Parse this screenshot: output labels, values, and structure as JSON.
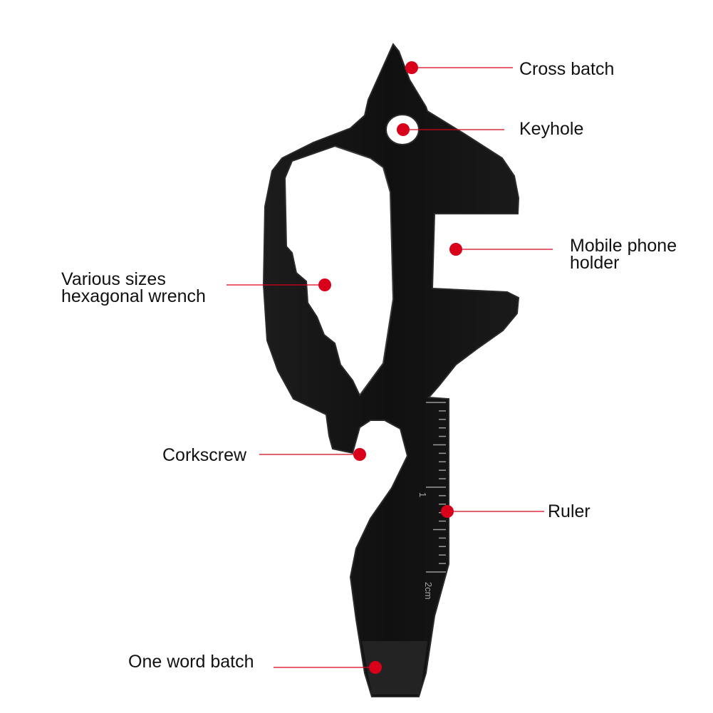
{
  "colors": {
    "background": "#ffffff",
    "tool_body": "#131313",
    "tool_edge": "#2a2a2a",
    "marker": "#d9001b",
    "leader_line": "#d9001b",
    "label_text": "#111111",
    "ruler_marks": "#9a9a9a"
  },
  "callouts": {
    "cross_batch": "Cross batch",
    "keyhole": "Keyhole",
    "phone_holder_line1": "Mobile phone",
    "phone_holder_line2": "holder",
    "hex_wrench_line1": "Various sizes",
    "hex_wrench_line2": "hexagonal wrench",
    "corkscrew": "Corkscrew",
    "ruler": "Ruler",
    "one_word_batch": "One word batch"
  },
  "ruler": {
    "mark_1": "1",
    "mark_2": "2cm"
  }
}
